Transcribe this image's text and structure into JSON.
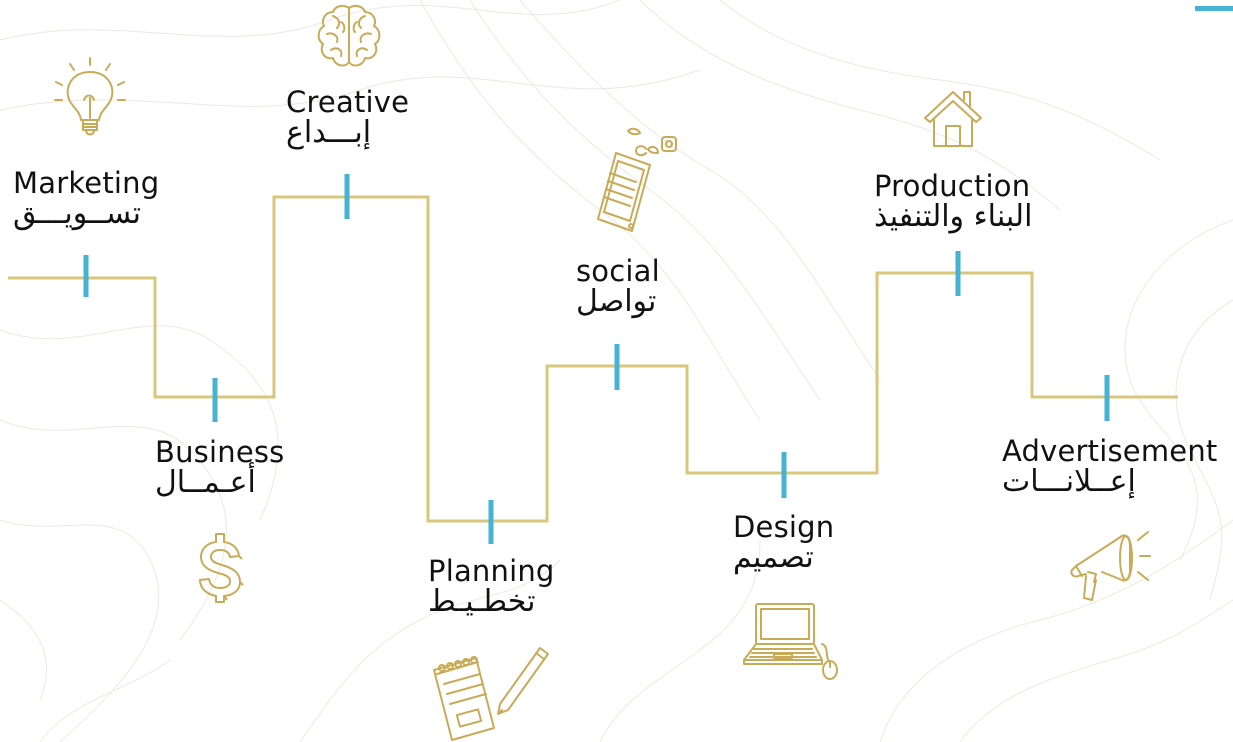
{
  "colors": {
    "path": "#d8c77a",
    "tick": "#46b3d5",
    "icon": "#c9ab57",
    "text": "#111111",
    "background": "#ffffff"
  },
  "steps": [
    {
      "en": "Marketing",
      "ar": "تســويـــق",
      "icon": "lightbulb-icon"
    },
    {
      "en": "Business",
      "ar": "أعـمــال",
      "icon": "dollar-sign-icon"
    },
    {
      "en": "Creative",
      "ar": "إبـــداع",
      "icon": "brain-icon"
    },
    {
      "en": "Planning",
      "ar": "تخطـيـط",
      "icon": "notepad-pencil-icon"
    },
    {
      "en": "social",
      "ar": "تواصل",
      "icon": "smartphone-social-icon"
    },
    {
      "en": "Design",
      "ar": "تصميم",
      "icon": "laptop-mouse-icon"
    },
    {
      "en": "Production",
      "ar": "البناء والتنفيذ",
      "icon": "house-icon"
    },
    {
      "en": "Advertisement",
      "ar": "إعــلانـــات",
      "icon": "megaphone-icon"
    }
  ]
}
